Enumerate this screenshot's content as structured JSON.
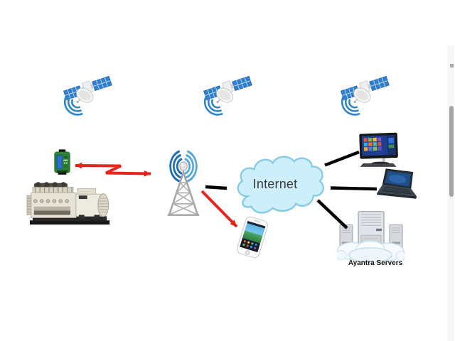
{
  "window": {
    "background": "#ffffff",
    "scrollbar_visible": true
  },
  "diagram": {
    "internet_label": "Internet",
    "servers_label": "Ayantra Servers",
    "nodes": [
      {
        "id": "generator",
        "icon": "generator-icon"
      },
      {
        "id": "monitoring-device",
        "icon": "telemetry-device-icon"
      },
      {
        "id": "satellite-1",
        "icon": "satellite-icon"
      },
      {
        "id": "satellite-2",
        "icon": "satellite-icon"
      },
      {
        "id": "satellite-3",
        "icon": "satellite-icon"
      },
      {
        "id": "cell-tower",
        "icon": "cell-tower-icon"
      },
      {
        "id": "internet-cloud",
        "icon": "cloud-icon",
        "label": "Internet"
      },
      {
        "id": "desktop-computer",
        "icon": "desktop-icon"
      },
      {
        "id": "laptop",
        "icon": "laptop-icon"
      },
      {
        "id": "smartphone",
        "icon": "smartphone-icon"
      },
      {
        "id": "ayantra-servers",
        "icon": "server-cloud-icon",
        "label": "Ayantra Servers"
      }
    ],
    "connections": [
      {
        "from": "monitoring-device",
        "to": "cell-tower",
        "style": "red-zigzag-double-arrow"
      },
      {
        "from": "cell-tower",
        "to": "internet-cloud",
        "style": "black-line"
      },
      {
        "from": "cell-tower",
        "to": "smartphone",
        "style": "red-arrow"
      },
      {
        "from": "internet-cloud",
        "to": "desktop-computer",
        "style": "black-line"
      },
      {
        "from": "internet-cloud",
        "to": "laptop",
        "style": "black-line"
      },
      {
        "from": "internet-cloud",
        "to": "ayantra-servers",
        "style": "black-line"
      }
    ],
    "colors": {
      "arrow_red": "#e8231b",
      "line_black": "#000000",
      "signal_blue_dark": "#1c6fb4",
      "signal_blue_light": "#58a9da",
      "satellite_wave_blue": "#2f86c8",
      "cloud_fill": "#cdeefb",
      "cloud_stroke": "#86cbe5",
      "internet_text": "#3b3b3b"
    }
  }
}
